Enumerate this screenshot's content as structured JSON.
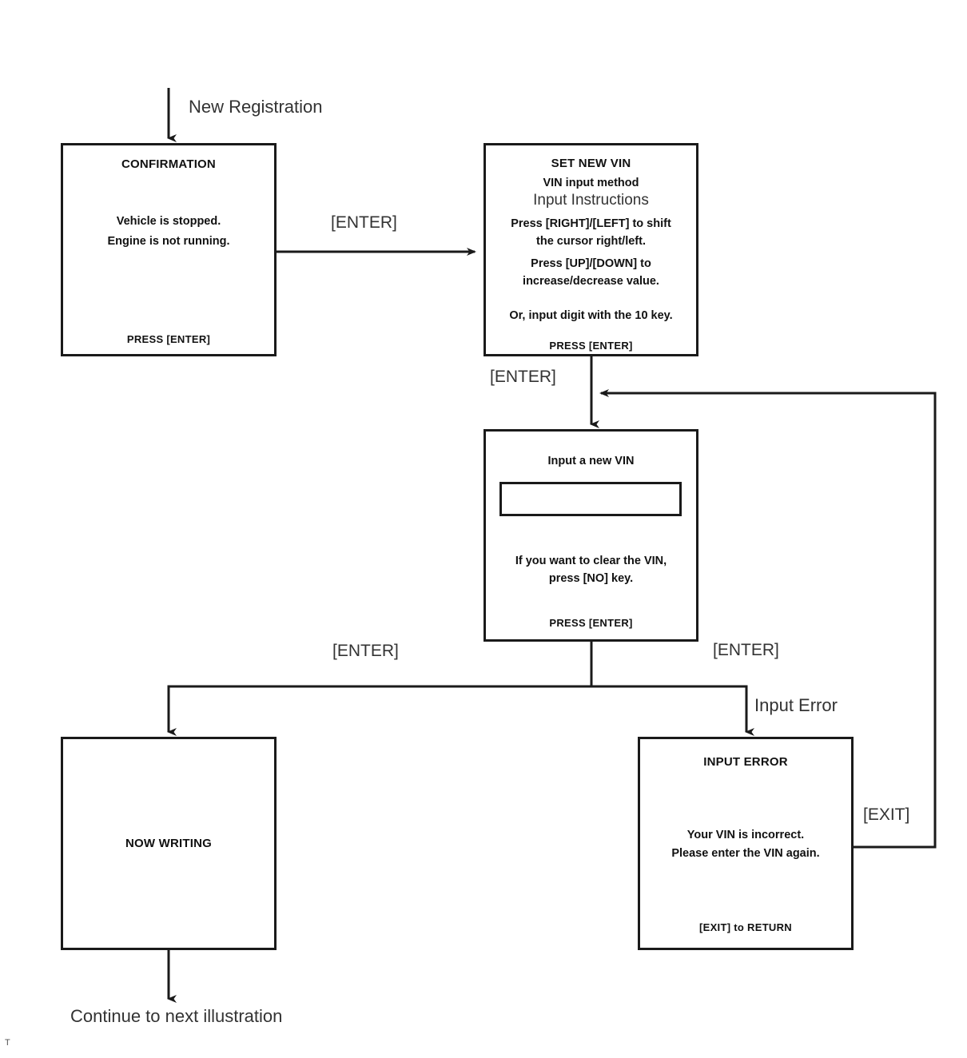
{
  "diagram": {
    "entry_label": "New Registration",
    "exit_label": "Continue to next illustration",
    "corner_mark": "T"
  },
  "screens": {
    "confirmation": {
      "title": "CONFIRMATION",
      "line1": "Vehicle is stopped.",
      "line2": "Engine is not running.",
      "footer": "PRESS [ENTER]"
    },
    "set_new_vin": {
      "title": "SET NEW VIN",
      "subtitle": "VIN input method",
      "heading": "Input Instructions",
      "instruction1_line1": "Press [RIGHT]/[LEFT] to shift",
      "instruction1_line2": "the cursor right/left.",
      "instruction2_line1": "Press [UP]/[DOWN]  to",
      "instruction2_line2": "increase/decrease value.",
      "instruction3": "Or, input digit with the 10 key.",
      "footer": "PRESS [ENTER]"
    },
    "input_vin": {
      "title": "Input a new VIN",
      "field_value": "",
      "field_placeholder": "",
      "hint_line1": "If you want to clear the VIN,",
      "hint_line2": "press [NO] key.",
      "footer": "PRESS [ENTER]"
    },
    "now_writing": {
      "title": "NOW WRITING"
    },
    "input_error": {
      "title": "INPUT  ERROR",
      "line1": "Your VIN is incorrect.",
      "line2": "Please enter the VIN again.",
      "footer": "[EXIT] to RETURN"
    }
  },
  "transitions": {
    "confirm_to_setvin": "[ENTER]",
    "setvin_to_input": "[ENTER]",
    "input_to_writing": "[ENTER]",
    "input_to_error": "[ENTER]",
    "error_branch_note": "Input Error",
    "error_return": "[EXIT]"
  },
  "colors": {
    "ink": "#1a1a1a",
    "text": "#333333",
    "background": "#ffffff"
  }
}
